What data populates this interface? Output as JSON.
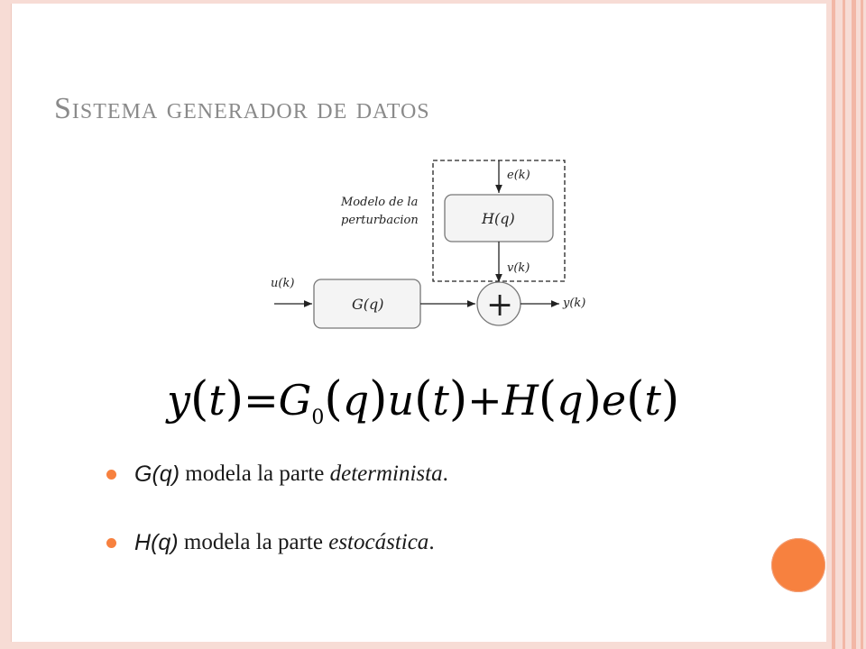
{
  "slide": {
    "title": "Sistema generador de datos"
  },
  "diagram": {
    "disturbance_label_line1": "Modelo de la",
    "disturbance_label_line2": "perturbacion",
    "input_signal": "u(k)",
    "noise_signal": "e(k)",
    "disturbance_signal": "v(k)",
    "output_signal": "y(k)",
    "plant_block": "G(q)",
    "noise_block": "H(q)",
    "summing_symbol": "+"
  },
  "equation": {
    "lhs_var": "y",
    "lhs_arg": "t",
    "equals": "=",
    "g_symbol": "G",
    "g_subscript": "0",
    "g_arg": "q",
    "u_var": "u",
    "u_arg": "t",
    "plus": "+",
    "h_symbol": "H",
    "h_arg": "q",
    "e_var": "e",
    "e_arg": "t"
  },
  "bullets": [
    {
      "symbol_main": "G",
      "symbol_arg": "q",
      "text": "modela la parte",
      "emphasis": "determinista",
      "end": "."
    },
    {
      "symbol_main": "H",
      "symbol_arg": "q",
      "text": "modela la parte",
      "emphasis": "estocástica",
      "end": "."
    }
  ],
  "colors": {
    "accent": "#f7813f",
    "frame": "#f7dcd5",
    "title": "#8a8a8a"
  }
}
